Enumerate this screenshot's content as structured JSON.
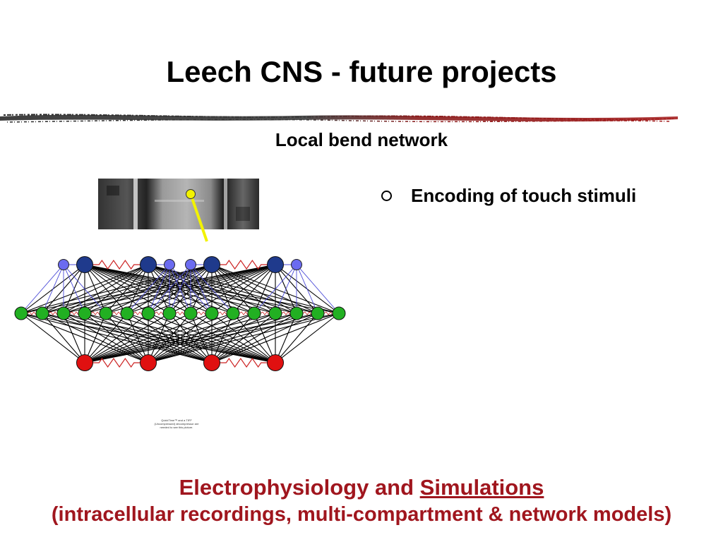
{
  "slide": {
    "title": "Leech CNS - future projects",
    "subtitle": "Local bend network",
    "bullets": [
      {
        "text": "Encoding of touch stimuli"
      }
    ],
    "image_caption_tiny": "QuickTime™ and a TIFF (Uncompressed) decompressor are needed to see this picture.",
    "footer": {
      "line1_prefix": "Electrophysiology and ",
      "line1_highlight": "Simulations",
      "line2": "(intracellular recordings, multi-compartment & network models)"
    }
  },
  "colors": {
    "title_text": "#000000",
    "footer_text": "#a0161e",
    "sensory_neuron": "#1f3a8c",
    "small_sensory_neuron": "#6b6bf0",
    "interneuron": "#22b022",
    "motor_neuron": "#e01010",
    "gap_junction": "#cc2222",
    "probe": "#f2f200"
  }
}
